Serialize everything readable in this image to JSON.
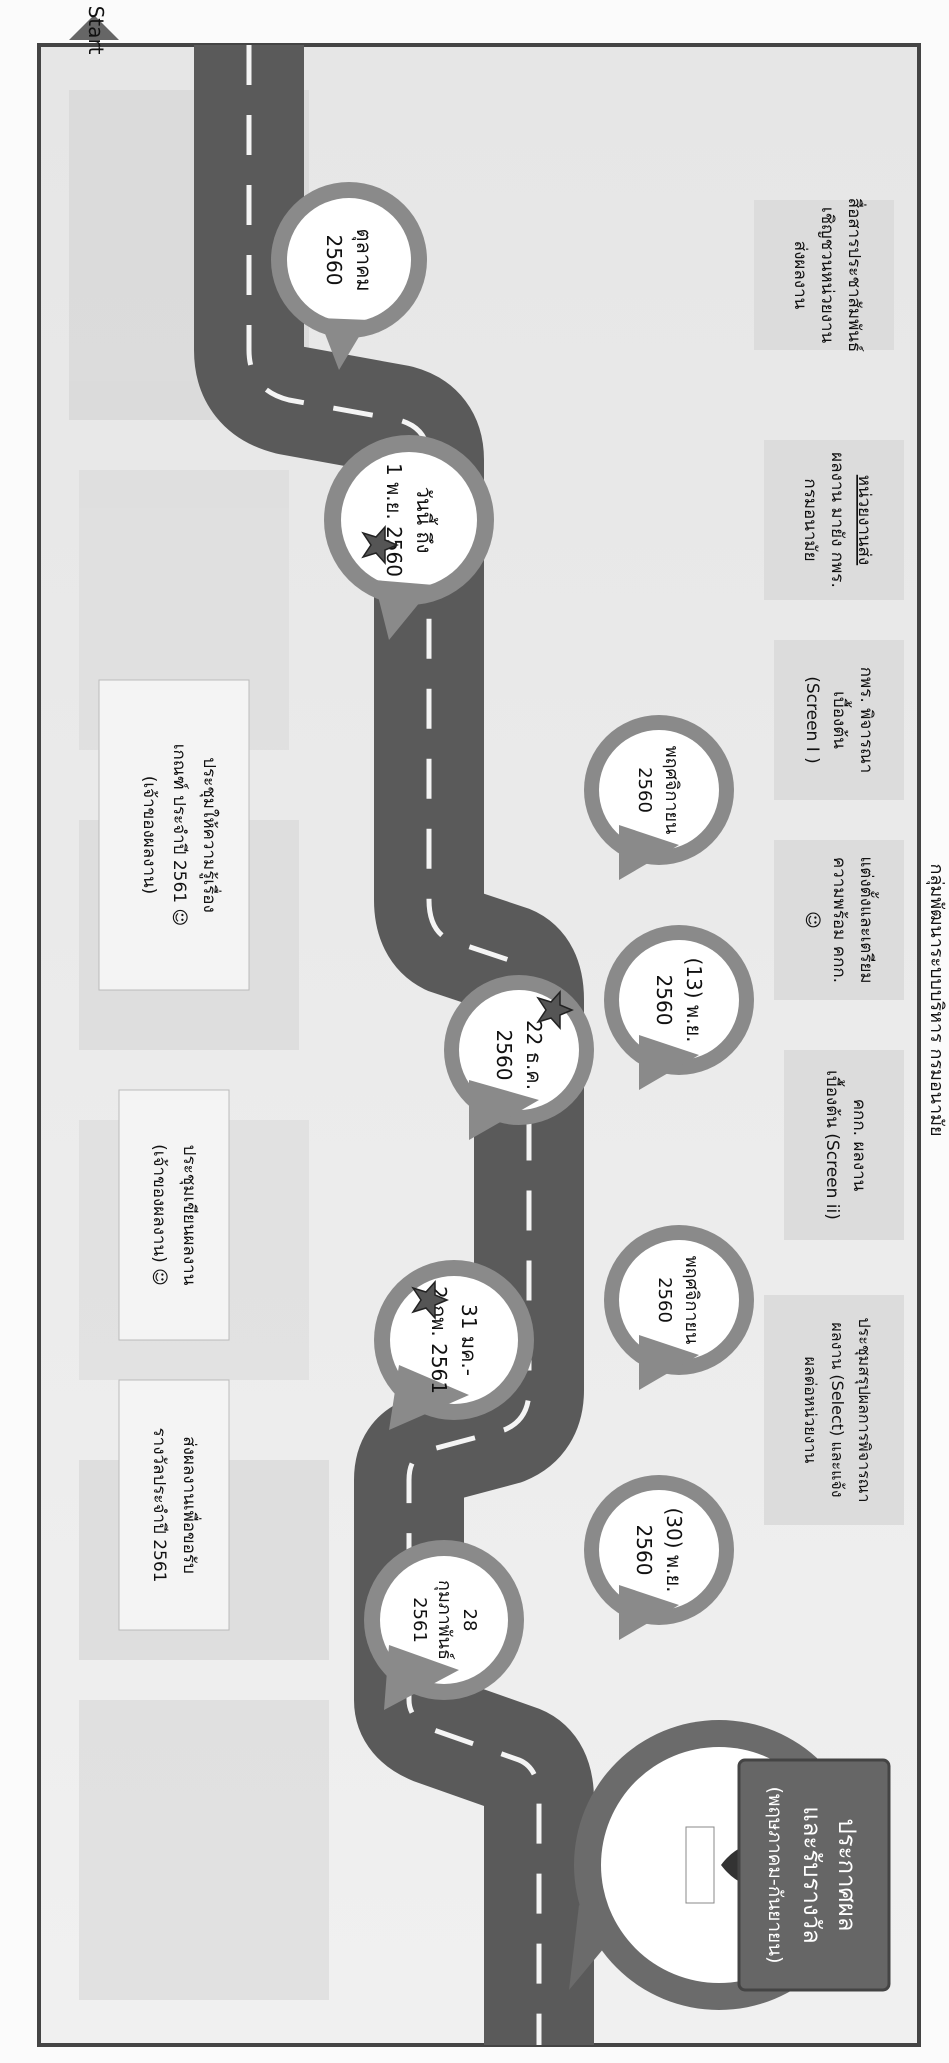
{
  "header": {
    "text": "กลุ่มพัฒนาระบบบริหาร กรมอนามัย"
  },
  "start_label": "Start",
  "milestones": [
    {
      "id": "m1",
      "date_lines": [
        "ตุลาคม",
        "2560"
      ],
      "star": false
    },
    {
      "id": "m2",
      "date_lines": [
        "วันนี้ ถึง",
        "1 พ.ย. 2560"
      ],
      "star": true
    },
    {
      "id": "m3",
      "date_lines": [
        "พฤศจิกายน",
        "2560"
      ],
      "star": false
    },
    {
      "id": "m4",
      "date_lines": [
        "(13) พ.ย.",
        "2560"
      ],
      "star": false
    },
    {
      "id": "m5",
      "date_lines": [
        "22 ธ.ค.",
        "2560"
      ],
      "star": true
    },
    {
      "id": "m6",
      "date_lines": [
        "พฤศจิกายน",
        "2560"
      ],
      "star": false
    },
    {
      "id": "m7",
      "date_lines": [
        "31 มค.-",
        "2 กพ. 2561"
      ],
      "star": true
    },
    {
      "id": "m8",
      "date_lines": [
        "(30) พ.ย.",
        "2560"
      ],
      "star": false
    },
    {
      "id": "m9",
      "date_lines": [
        "28",
        "กุมภาพันธ์",
        "2561"
      ],
      "star": false
    }
  ],
  "activities": [
    {
      "id": "a1",
      "lines": [
        "สื่อสารประชาสัมพันธ์",
        "เชิญชวนหน่วยงาน",
        "ส่งผลงาน"
      ]
    },
    {
      "id": "a2",
      "lines": [
        "หน่วยงานส่ง",
        "ผลงาน มายัง กพร.",
        "กรมอนามัย"
      ]
    },
    {
      "id": "a3",
      "lines": [
        "กพร. พิจารณา",
        "เบื้องต้น",
        "(Screen I )"
      ]
    },
    {
      "id": "a4",
      "lines": [
        "แต่งตั้งและเตรียม",
        "ความพร้อม คกก.",
        "☺"
      ]
    },
    {
      "id": "a5",
      "lines": [
        "คกก. ผลงาน",
        "เบื้องต้น (Screen ii)"
      ]
    },
    {
      "id": "a6",
      "lines": [
        "ประชุมสรุปผลการพิจารณา",
        "ผลงาน (Select) และแจ้ง",
        "ผลต่อหน่วยงาน"
      ]
    }
  ],
  "bottom_notes": [
    {
      "id": "b1",
      "lines": [
        "ประชุมให้ความรู้เรื่อง",
        "เกณฑ์ ประจำปี 2561 ☺",
        "(เจ้าของผลงาน)"
      ]
    },
    {
      "id": "b2",
      "lines": [
        "ประชุมเขียนผลงาน",
        "(เจ้าของผลงาน) ☺"
      ]
    },
    {
      "id": "b3",
      "lines": [
        "ส่งผลงานเพื่อขอรับ",
        "รางวัลประจำปี 2561"
      ]
    }
  ],
  "award": {
    "lines": [
      "ประกาศผล",
      "และรับรางวัล",
      "(พฤษภาคม-กันยายน)"
    ]
  }
}
